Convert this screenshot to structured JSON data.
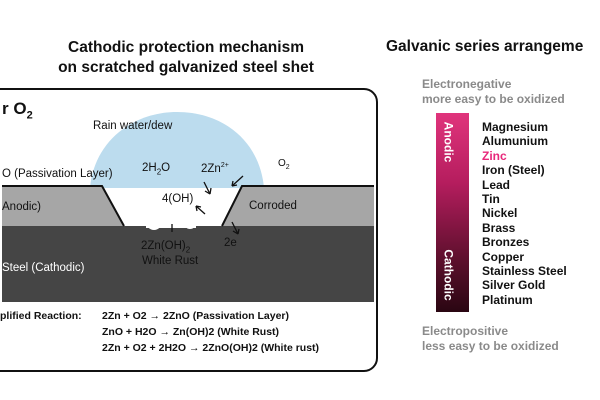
{
  "left": {
    "title_line1": "Cathodic protection mechanism",
    "title_line2": "on scratched galvanized steel shet",
    "air_label": "r  O",
    "air_sub": "2",
    "rain_label": "Rain water/dew",
    "water": "2H",
    "water_sub": "2",
    "water_end": "O",
    "zinc_ion": "2Zn",
    "zinc_ion_sup": "2+",
    "oxygen_small": "O",
    "oxygen_small_sub": "2",
    "hydroxide": "4(OH)",
    "passivation_label": "O (Passivation Layer)",
    "anodic_label": "Anodic)",
    "corroded_label": "Corroded",
    "white_rust_formula": "2Zn(OH)",
    "white_rust_sub": "2",
    "white_rust_label": "White Rust",
    "electron_label": "2e",
    "steel_label": "Steel (Cathodic)",
    "reaction_prefix": "plified Reaction:",
    "reaction1": "2Zn + O2 → 2ZnO (Passivation Layer)",
    "reaction2": "ZnO + H2O → Zn(OH)2 (White Rust)",
    "reaction3": "2Zn + O2 + 2H2O → 2ZnO(OH)2 (White rust)"
  },
  "right": {
    "title": "Galvanic series arrangeme",
    "top_line1": "Electronegative",
    "top_line2": "more easy to be oxidized",
    "anodic_bar_label": "Anodic",
    "cathodic_bar_label": "Cathodic",
    "metals": [
      "Magnesium",
      "Alumunium",
      "Zinc",
      "Iron (Steel)",
      "Lead",
      "Tin",
      "Nickel",
      "Brass",
      "Bronzes",
      "Copper",
      "Stainless Steel",
      "Silver Gold",
      "Platinum"
    ],
    "highlighted_metal": "Zinc",
    "bottom_line1": "Electropositive",
    "bottom_line2": "less easy to be oxidized"
  },
  "colors": {
    "zinc_layer": "#a6a6a6",
    "steel_layer": "#454545",
    "rain_drop": "#bcdcee",
    "highlight": "#e8277a",
    "gradient_top": "#e0347c",
    "gradient_bottom": "#2a0612"
  }
}
